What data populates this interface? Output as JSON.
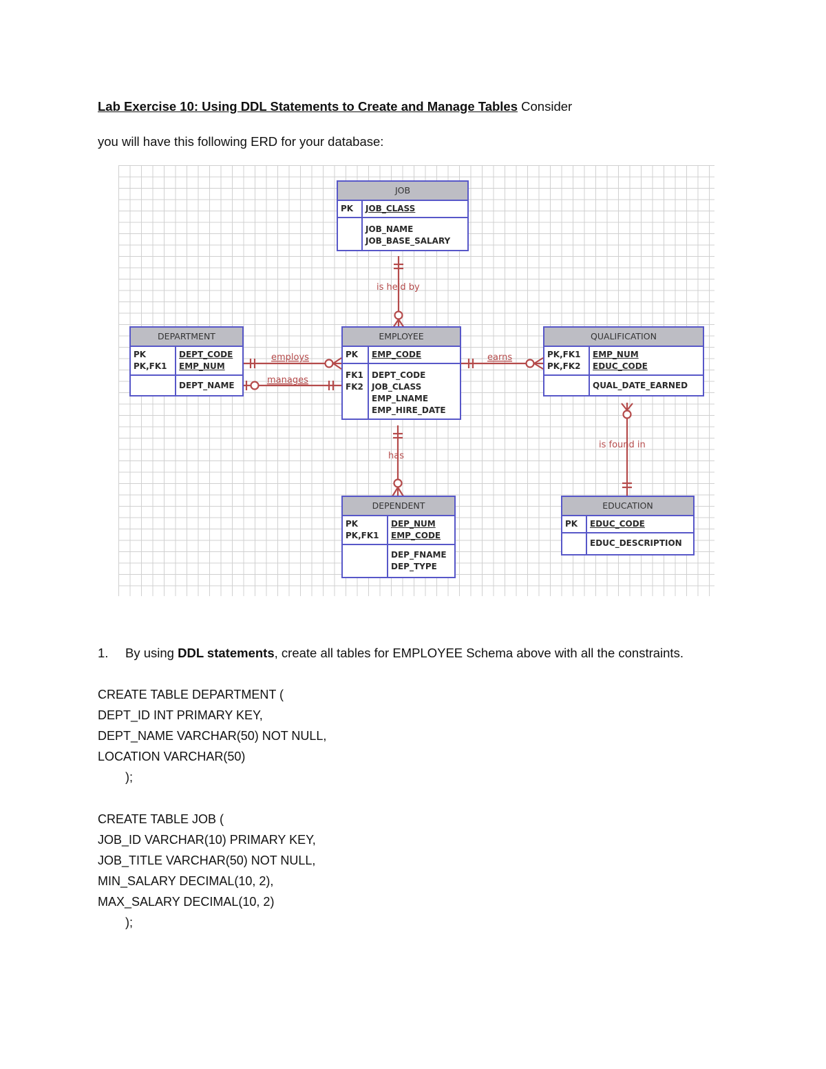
{
  "heading": {
    "title": "Lab Exercise 10: Using DDL Statements to Create and Manage Tables",
    "tail": " Consider"
  },
  "intro": "you will have this following ERD for your database:",
  "erd": {
    "entities": {
      "job": {
        "name": "JOB",
        "pk_keys": [
          "PK"
        ],
        "pk_attrs": [
          "JOB_CLASS"
        ],
        "attrs": [
          "JOB_NAME",
          "JOB_BASE_SALARY"
        ]
      },
      "department": {
        "name": "DEPARTMENT",
        "pk_keys": [
          "PK",
          "PK,FK1"
        ],
        "pk_attrs": [
          "DEPT_CODE",
          "EMP_NUM"
        ],
        "attrs": [
          "DEPT_NAME"
        ]
      },
      "employee": {
        "name": "EMPLOYEE",
        "pk_keys": [
          "PK"
        ],
        "pk_attrs": [
          "EMP_CODE"
        ],
        "fk_keys": [
          "FK1",
          "FK2"
        ],
        "attrs": [
          "DEPT_CODE",
          "JOB_CLASS",
          "EMP_LNAME",
          "EMP_HIRE_DATE"
        ]
      },
      "qualification": {
        "name": "QUALIFICATION",
        "pk_keys": [
          "PK,FK1",
          "PK,FK2"
        ],
        "pk_attrs": [
          "EMP_NUM",
          "EDUC_CODE"
        ],
        "attrs": [
          "QUAL_DATE_EARNED"
        ]
      },
      "dependent": {
        "name": "DEPENDENT",
        "pk_keys": [
          "PK",
          "PK,FK1"
        ],
        "pk_attrs": [
          "DEP_NUM",
          "EMP_CODE"
        ],
        "attrs": [
          "DEP_FNAME",
          "DEP_TYPE"
        ]
      },
      "education": {
        "name": "EDUCATION",
        "pk_keys": [
          "PK"
        ],
        "pk_attrs": [
          "EDUC_CODE"
        ],
        "attrs": [
          "EDUC_DESCRIPTION"
        ]
      }
    },
    "relationships": {
      "is_held_by": "is held by",
      "employs": "employs",
      "manages": "manages",
      "earns": "earns",
      "has": "has",
      "is_found_in": "is found in"
    },
    "colors": {
      "entity_border": "#5757c8",
      "relationship": "#b44a4a",
      "title_fill": "#bdbdc4"
    }
  },
  "question1": {
    "number": "1.",
    "pre": "By using ",
    "bold": "DDL statements",
    "post": ", create all tables for EMPLOYEE Schema above with all the constraints."
  },
  "sql_blocks": [
    {
      "lines": [
        "CREATE TABLE DEPARTMENT (",
        "DEPT_ID INT PRIMARY KEY,",
        "DEPT_NAME VARCHAR(50) NOT NULL,",
        "LOCATION VARCHAR(50)"
      ],
      "close": ");"
    },
    {
      "lines": [
        "CREATE TABLE JOB (",
        "JOB_ID VARCHAR(10) PRIMARY KEY,",
        "JOB_TITLE VARCHAR(50) NOT NULL,",
        "MIN_SALARY DECIMAL(10, 2),",
        "MAX_SALARY DECIMAL(10, 2)"
      ],
      "close": ");"
    }
  ]
}
